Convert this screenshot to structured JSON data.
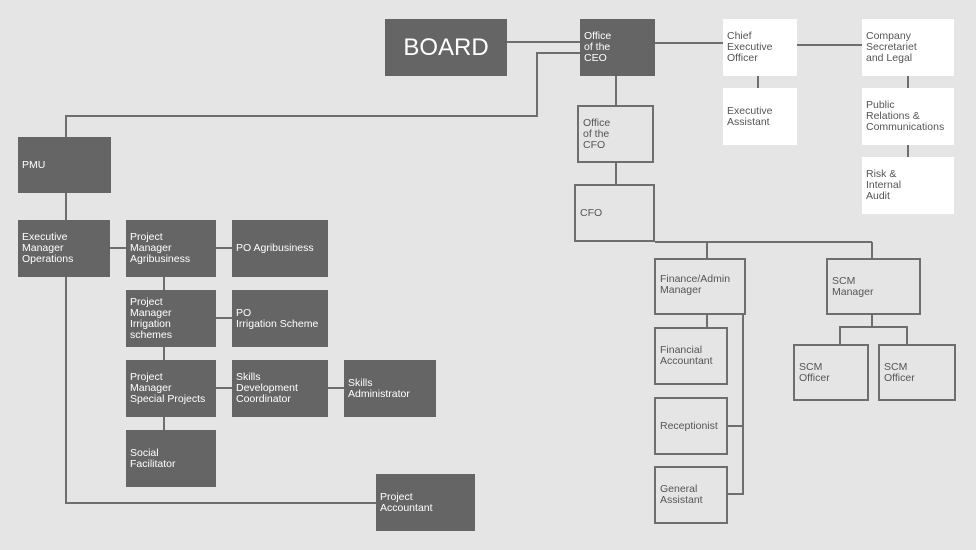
{
  "colors": {
    "background": "#e5e5e5",
    "dark_box": "#666565",
    "line": "#6e6e6e",
    "white_box": "#ffffff"
  },
  "nodes": {
    "board": "BOARD",
    "office_ceo": "Office\nof the\nCEO",
    "ceo": "Chief\nExecutive\nOfficer",
    "exec_assistant": "Executive\nAssistant",
    "company_secretariat": "Company\nSecretariet\nand Legal",
    "public_relations": "Public\nRelations &\nCommunications",
    "risk_audit": "Risk &\nInternal\nAudit",
    "office_cfo": "Office\nof the\nCFO",
    "cfo": "CFO",
    "finance_admin_manager": "Finance/Admin\nManager",
    "financial_accountant": "Financial\nAccountant",
    "receptionist": "Receptionist",
    "general_assistant": "General\nAssistant",
    "scm_manager": "SCM\nManager",
    "scm_officer_1": "SCM\nOfficer",
    "scm_officer_2": "SCM\nOfficer",
    "pmu": "PMU",
    "exec_manager_operations": "Executive\nManager\nOperations",
    "pm_agribusiness": "Project\nManager\nAgribusiness",
    "po_agribusiness": "PO Agribusiness",
    "pm_irrigation": "Project\nManager\nIrrigation\nschemes",
    "po_irrigation": "PO\nIrrigation Scheme",
    "pm_special_projects": "Project\nManager\nSpecial Projects",
    "skills_dev_coordinator": "Skills\nDevelopment\nCoordinator",
    "skills_administrator": "Skills\nAdministrator",
    "social_facilitator": "Social\nFacilitator",
    "project_accountant": "Project\nAccountant"
  }
}
